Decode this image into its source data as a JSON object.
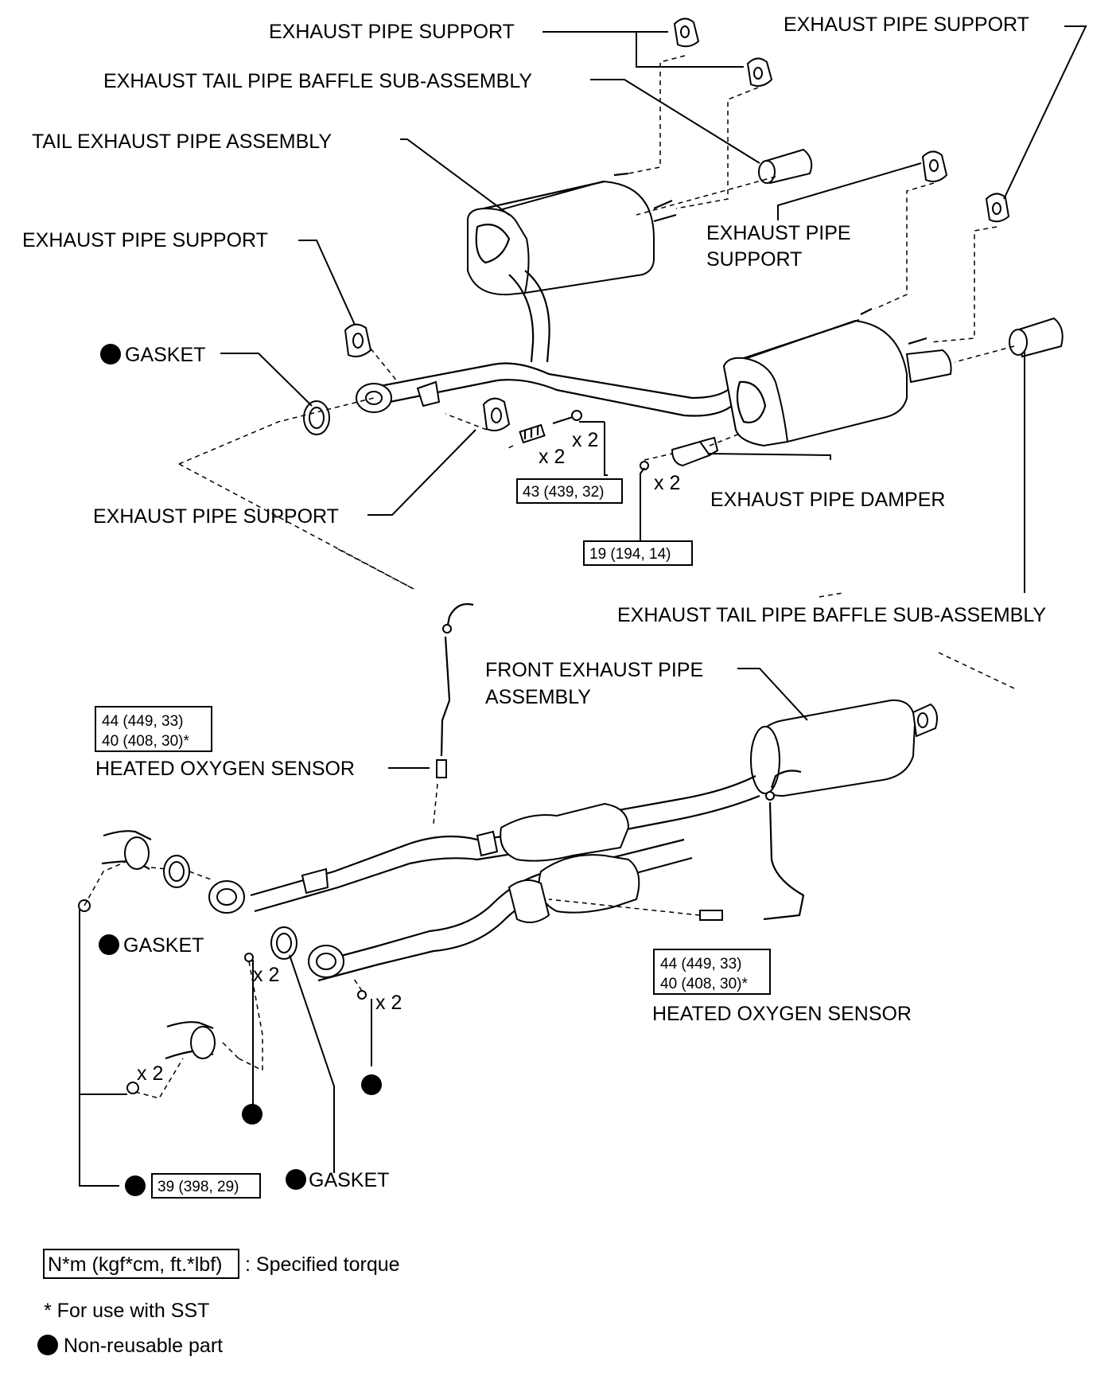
{
  "labels": {
    "exhaust_pipe_support_top": "EXHAUST PIPE SUPPORT",
    "exhaust_pipe_support_top_right": "EXHAUST PIPE SUPPORT",
    "baffle_top": "EXHAUST TAIL PIPE BAFFLE SUB-ASSEMBLY",
    "tail_exhaust_pipe": "TAIL EXHAUST PIPE ASSEMBLY",
    "exhaust_pipe_support_left": "EXHAUST PIPE SUPPORT",
    "exhaust_pipe_support_mid_line1": "EXHAUST PIPE",
    "exhaust_pipe_support_mid_line2": "SUPPORT",
    "gasket_upper": "GASKET",
    "exhaust_pipe_support_lower": "EXHAUST PIPE SUPPORT",
    "exhaust_pipe_damper": "EXHAUST PIPE DAMPER",
    "baffle_right": "EXHAUST TAIL PIPE BAFFLE SUB-ASSEMBLY",
    "front_exhaust_pipe_line1": "FRONT EXHAUST PIPE",
    "front_exhaust_pipe_line2": "ASSEMBLY",
    "heated_oxygen_sensor_left": "HEATED OXYGEN SENSOR",
    "heated_oxygen_sensor_right": "HEATED OXYGEN SENSOR",
    "gasket_left": "GASKET",
    "gasket_bottom": "GASKET"
  },
  "quantities": {
    "x2_spring": "x 2",
    "x2_bolt_upper": "x 2",
    "x2_damper": "x 2",
    "x2_bolt_left": "x 2",
    "x2_bolt_mid": "x 2",
    "x2_nut_lower": "x 2"
  },
  "torques": {
    "spring_bolt": "43 (439, 32)",
    "damper_bolt": "19 (194, 14)",
    "o2_left_1": "44 (449, 33)",
    "o2_left_2": "40 (408, 30)*",
    "o2_right_1": "44 (449, 33)",
    "o2_right_2": "40 (408, 30)*",
    "nut_bottom": "39 (398, 29)"
  },
  "legend": {
    "torque_box": "N*m (kgf*cm, ft.*lbf)",
    "torque_text": ": Specified torque",
    "sst_note": "* For use with SST",
    "nonreusable_text": "Non-reusable part"
  }
}
